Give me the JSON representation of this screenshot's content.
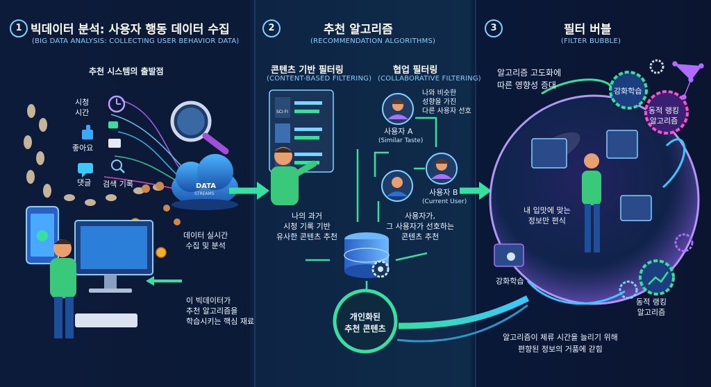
{
  "section1": {
    "number": "1",
    "title": "빅데이터 분석: 사용자 행동 데이터 수집",
    "subtitle": "(BIG DATA ANALYSIS: COLLECTING USER BEHAVIOR DATA)",
    "origin_label": "추천 시스템의 출발점",
    "watch_time": "시청\n시간",
    "likes": "좋아요",
    "comments": "댓글",
    "search_history": "검색 기록",
    "cloud_text": "DATA",
    "cloud_subtext": "STREAMS",
    "realtime": "데이터 실시간\n수집 및 분석",
    "core_material": "이 빅데이터가\n추천 알고리즘을\n학습시키는 핵심 재료"
  },
  "section2": {
    "number": "2",
    "title": "추천 알고리즘",
    "subtitle": "(RECOMMENDATION ALGORITHMS)",
    "content_based_title": "콘텐츠 기반 필터링",
    "content_based_sub": "(CONTENT-BASED FILTERING)",
    "collab_title": "협업 필터링",
    "collab_sub": "(COLLABORATIVE FILTERING)",
    "scifi_label": "SCI FI",
    "similar_pref": "나와 비슷한\n성향을 가진\n다른 사용자 선호",
    "user_a": "사용자 A",
    "user_a_sub": "(Similar Taste)",
    "user_b": "사용자 B",
    "user_b_sub": "(Current User)",
    "past_history": "나의 과거\n시청 기록 기반\n유사한 콘텐츠 추천",
    "user_pref": "사용자가,\n그 사용자가 선호하는\n콘텐츠 추천",
    "personalized": "개인화된\n추천 콘텐츠"
  },
  "section3": {
    "number": "3",
    "title": "필터 버블",
    "subtitle": "(FILTER BUBBLE)",
    "influence": "알고리즘 고도화에\n따른 영향성 증대",
    "reinforcement_top": "강화학습",
    "dynamic_ranking_top": "동적 랭킹\n알고리즘",
    "my_taste": "내 입맛에 맞는\n정보만 편식",
    "reinforcement_bottom": "강화학습",
    "dynamic_ranking_bottom": "동적 랭킹\n알고리즘",
    "trapped": "알고리즘이 체류 시간을 늘리기 위해\n편향된 정보의 거품에 갇힘"
  },
  "colors": {
    "accent_cyan": "#39c8ff",
    "accent_green": "#35e0a0",
    "accent_purple": "#b06cff",
    "accent_pink": "#ff4fd0",
    "background": "#0b1a36"
  }
}
